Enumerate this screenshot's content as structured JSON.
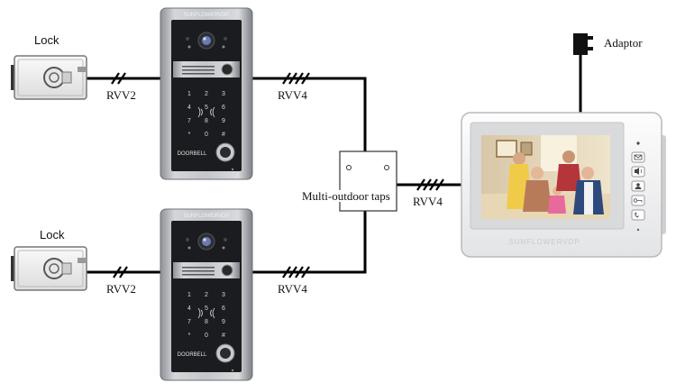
{
  "labels": {
    "lock_top": "Lock",
    "lock_bottom": "Lock",
    "rvv2_top": "RVV2",
    "rvv2_bottom": "RVV2",
    "rvv4_top": "RVV4",
    "rvv4_bottom": "RVV4",
    "rvv4_monitor": "RVV4",
    "taps": "Multi-outdoor taps",
    "adaptor": "Adaptor"
  },
  "door_panel": {
    "brand_top": "SUNFLOWERVDP",
    "brand_bottom": "DOORBELL",
    "keys": [
      "1",
      "2",
      "3",
      "4",
      "5",
      "6",
      "7",
      "8",
      "9",
      "*",
      "0",
      "#"
    ]
  },
  "monitor": {
    "brand": "SUNFLOWERVDP",
    "button_icons": [
      "power-led-icon",
      "message-icon",
      "speaker-icon",
      "user-icon",
      "unlock-key-icon",
      "handset-icon"
    ]
  },
  "colors": {
    "wire": "#000000",
    "panel_frame": "#b9bcc0",
    "panel_face": "#1b1c1f",
    "monitor_body": "#f4f4f4",
    "screen_frame": "#d9dadc"
  }
}
